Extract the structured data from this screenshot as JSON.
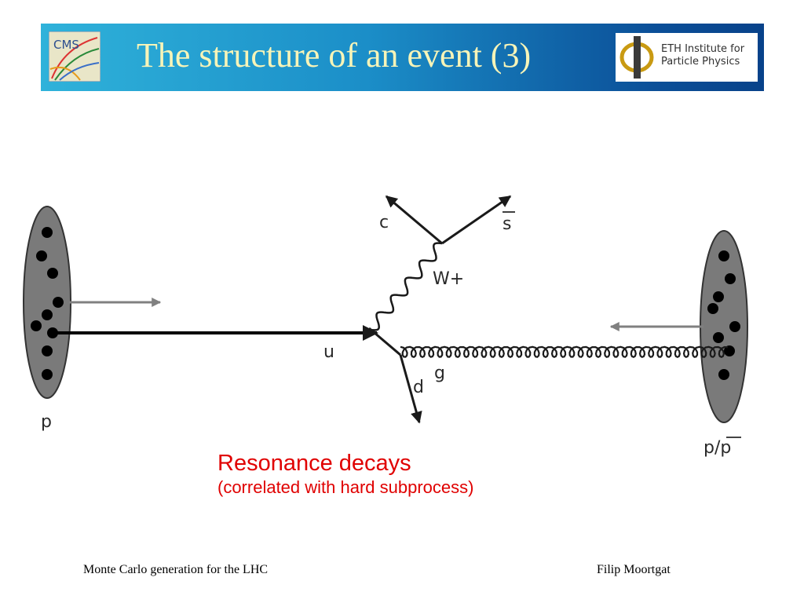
{
  "slide": {
    "title": "The structure of an event (3)",
    "cms_logo_text": "CMS",
    "eth_logo": {
      "line1": "ETH Institute for",
      "line2": "Particle Physics"
    }
  },
  "diagram": {
    "labels": {
      "proton_left": "p",
      "proton_right": "p/",
      "proton_right_bar": "p",
      "quark_u": "u",
      "quark_d": "d",
      "gluon": "g",
      "w_boson": "W+",
      "quark_c": "c",
      "antiquark_s": "s"
    },
    "colors": {
      "proton": "#7a7a7a",
      "parton": "#000000",
      "beam_arrow": "#808080",
      "line": "#1a1a1a"
    }
  },
  "caption": {
    "main": "Resonance decays",
    "sub": "(correlated with hard subprocess)",
    "color": "#e00000"
  },
  "footer": {
    "left": "Monte Carlo generation for the LHC",
    "right": "Filip Moortgat"
  }
}
